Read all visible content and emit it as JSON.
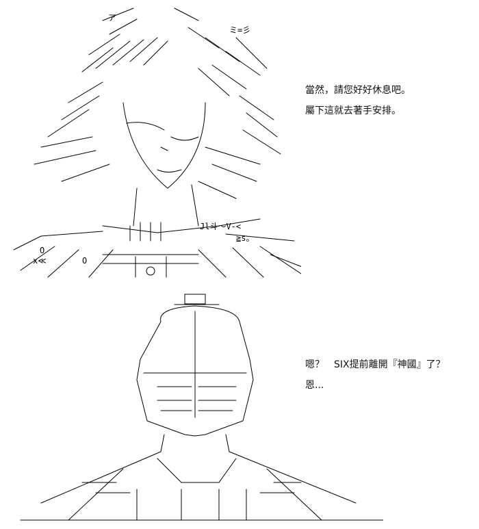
{
  "panels": [
    {
      "name": "top-panel",
      "lines": [
        "當然，請您好好休息吧。",
        "屬下這就去著手安排。"
      ]
    },
    {
      "name": "bottom-panel",
      "lines": [
        "嗯？　SIX提前離開『神國』了？",
        "恩..."
      ]
    }
  ],
  "art_glyphs": {
    "top_left_stroke": "ア",
    "top_right_stroke": "ミ=彡",
    "eye_mark_a": "O",
    "eye_mark_b": "O",
    "rune_mark": "≧s。",
    "sigil_left": "x≪",
    "bust_label": "Jl斗～V-<"
  }
}
